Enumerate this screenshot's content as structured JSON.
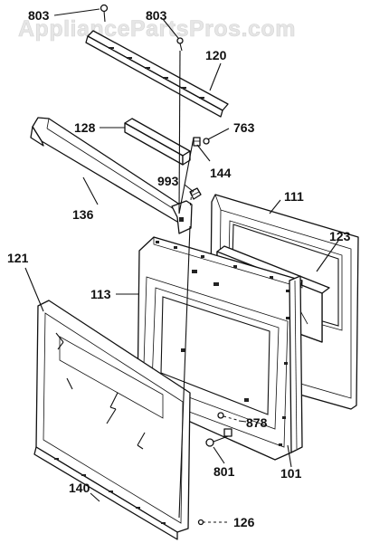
{
  "watermark": "AppliancePartsPros.com",
  "labels": {
    "l803a": "803",
    "l803b": "803",
    "l120": "120",
    "l128": "128",
    "l763": "763",
    "l144": "144",
    "l993": "993",
    "l136": "136",
    "l111": "111",
    "l121": "121",
    "l123": "123",
    "l113": "113",
    "l878": "878",
    "l801": "801",
    "l101": "101",
    "l140": "140",
    "l126": "126"
  }
}
